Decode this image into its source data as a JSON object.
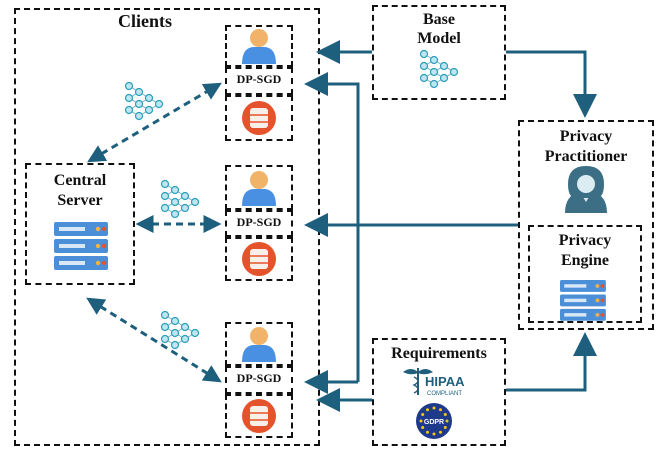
{
  "clients": {
    "title": "Clients",
    "dp_label": "DP-SGD"
  },
  "central_server": {
    "line1": "Central",
    "line2": "Server"
  },
  "base_model": {
    "line1": "Base",
    "line2": "Model"
  },
  "privacy_practitioner": {
    "line1": "Privacy",
    "line2": "Practitioner"
  },
  "privacy_engine": {
    "line1": "Privacy",
    "line2": "Engine"
  },
  "requirements": {
    "title": "Requirements",
    "hipaa": "HIPAA",
    "hipaa_sub": "COMPLIANT",
    "gdpr": "GDPR"
  },
  "colors": {
    "arrow": "#1e5f7e",
    "database": "#e5532c",
    "person": "#f1b36a",
    "person_body": "#4a90e2",
    "server": "#4a8fd8",
    "nn": "#2a9fb8"
  }
}
